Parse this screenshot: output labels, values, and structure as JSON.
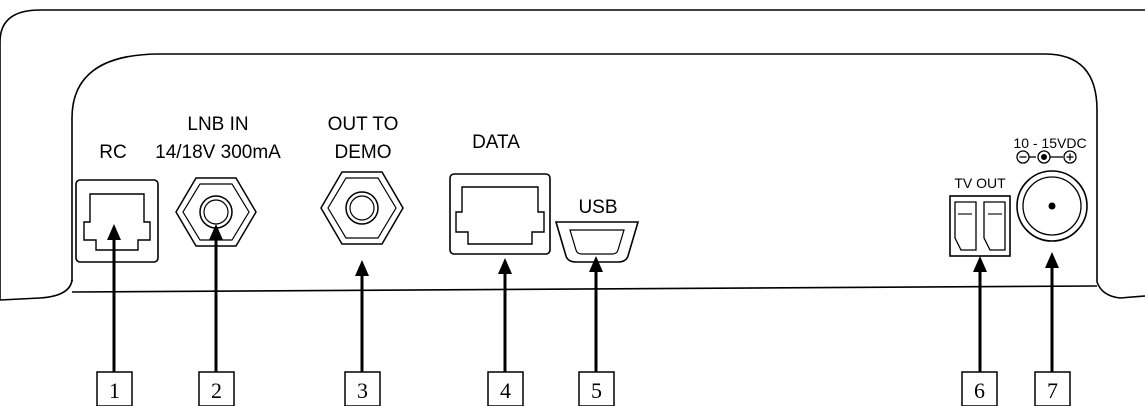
{
  "ports": {
    "rc": {
      "label": "RC"
    },
    "lnb": {
      "label_line1": "LNB IN",
      "label_line2": "14/18V 300mA"
    },
    "demo": {
      "label_line1": "OUT TO",
      "label_line2": "DEMO"
    },
    "data": {
      "label": "DATA"
    },
    "usb": {
      "label": "USB"
    },
    "tv": {
      "label": "TV OUT"
    },
    "power": {
      "label": "10 - 15VDC"
    }
  },
  "callouts": [
    "1",
    "2",
    "3",
    "4",
    "5",
    "6",
    "7"
  ]
}
